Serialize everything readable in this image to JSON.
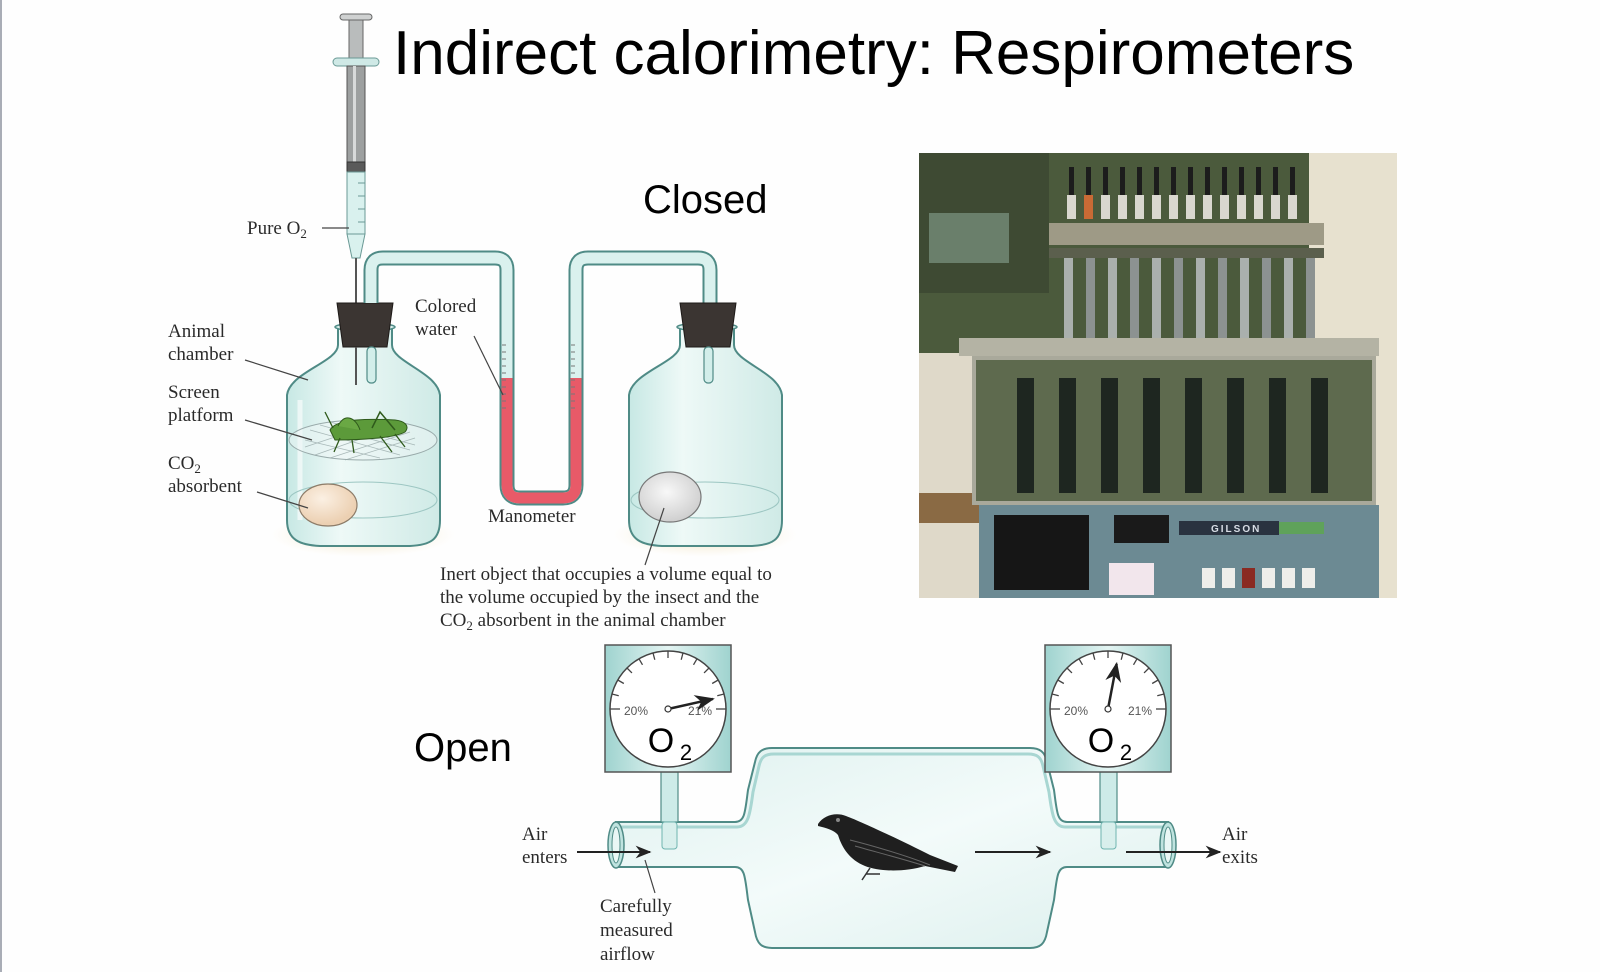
{
  "slide": {
    "title": "Indirect calorimetry: Respirometers"
  },
  "closed": {
    "heading": "Closed",
    "labels": {
      "pure_o2": "Pure O",
      "pure_o2_sub": "2",
      "animal_chamber_l1": "Animal",
      "animal_chamber_l2": "chamber",
      "screen_platform_l1": "Screen",
      "screen_platform_l2": "platform",
      "co2_l1": "CO",
      "co2_l1_sub": "2",
      "co2_l2": "absorbent",
      "colored_water_l1": "Colored",
      "colored_water_l2": "water",
      "manometer": "Manometer",
      "inert_l1": "Inert object that occupies a volume equal to",
      "inert_l2": "the volume occupied by the insect and the",
      "inert_l3_a": "CO",
      "inert_l3_sub": "2",
      "inert_l3_b": " absorbent in the animal chamber"
    }
  },
  "photo": {
    "description": "Gilson differential respirometer",
    "brand_label": "GILSON"
  },
  "open": {
    "heading": "Open",
    "labels": {
      "air_enters_l1": "Air",
      "air_enters_l2": "enters",
      "air_exits_l1": "Air",
      "air_exits_l2": "exits",
      "airflow_l1": "Carefully",
      "airflow_l2": "measured",
      "airflow_l3": "airflow"
    },
    "gauges": [
      {
        "id": "inlet",
        "gas": "O",
        "gas_sub": "2",
        "min_label": "20%",
        "max_label": "21%",
        "reading_fraction": 0.93
      },
      {
        "id": "outlet",
        "gas": "O",
        "gas_sub": "2",
        "min_label": "20%",
        "max_label": "21%",
        "reading_fraction": 0.56
      }
    ]
  },
  "colors": {
    "glass_fill": "#d6eeeb",
    "glass_stroke": "#6fb5b0",
    "fluid": "#e85a68",
    "stopper": "#3b3532",
    "insect": "#5c9a3a",
    "absorbent": "#f3dcc4",
    "inert_object": "#e2e2e2",
    "gauge_box": "#a9d8d4"
  }
}
